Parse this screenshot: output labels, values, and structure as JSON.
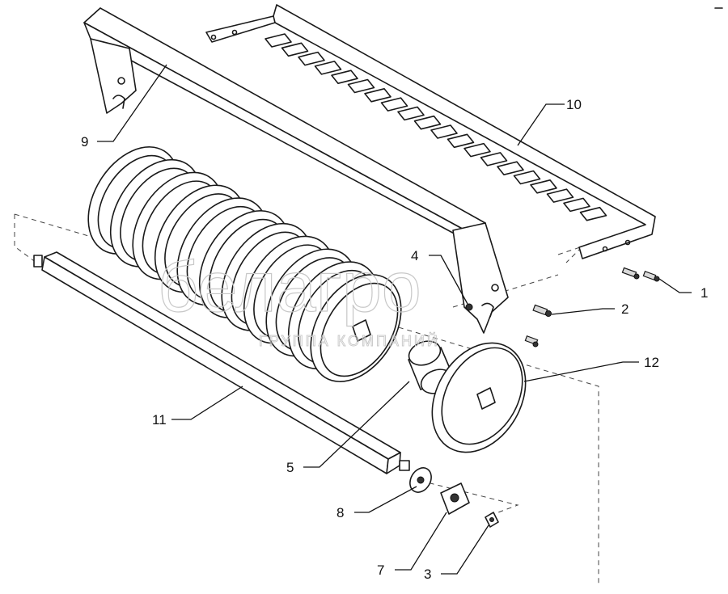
{
  "callouts": [
    {
      "id": "1",
      "label": "1"
    },
    {
      "id": "2",
      "label": "2"
    },
    {
      "id": "3",
      "label": "3"
    },
    {
      "id": "4",
      "label": "4"
    },
    {
      "id": "5",
      "label": "5"
    },
    {
      "id": "7",
      "label": "7"
    },
    {
      "id": "8",
      "label": "8"
    },
    {
      "id": "9",
      "label": "9"
    },
    {
      "id": "10",
      "label": "10"
    },
    {
      "id": "11",
      "label": "11"
    },
    {
      "id": "12",
      "label": "12"
    }
  ],
  "watermark": {
    "brand": "белагро",
    "tagline": "ГРУППА КОМПАНИЙ"
  },
  "disc_count": 11,
  "comb_tooth_count": 20
}
